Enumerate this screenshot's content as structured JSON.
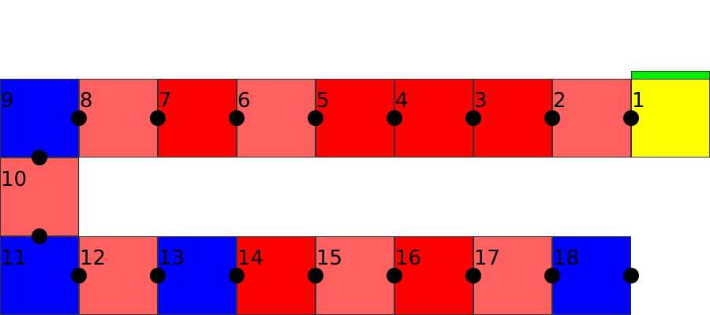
{
  "colors": {
    "background": "#ffffff",
    "blue": "#0000ff",
    "red": "#ff0000",
    "pink": "#ff6060",
    "yellow": "#ffff00",
    "green": "#00ee00",
    "marker": "#000000"
  },
  "board": {
    "tiles": [
      {
        "number": "1",
        "color": "yellow"
      },
      {
        "number": "2",
        "color": "pink"
      },
      {
        "number": "3",
        "color": "red"
      },
      {
        "number": "4",
        "color": "red"
      },
      {
        "number": "5",
        "color": "red"
      },
      {
        "number": "6",
        "color": "pink"
      },
      {
        "number": "7",
        "color": "red"
      },
      {
        "number": "8",
        "color": "pink"
      },
      {
        "number": "9",
        "color": "blue"
      },
      {
        "number": "10",
        "color": "pink"
      },
      {
        "number": "11",
        "color": "blue"
      },
      {
        "number": "12",
        "color": "pink"
      },
      {
        "number": "13",
        "color": "blue"
      },
      {
        "number": "14",
        "color": "red"
      },
      {
        "number": "15",
        "color": "pink"
      },
      {
        "number": "16",
        "color": "red"
      },
      {
        "number": "17",
        "color": "pink"
      },
      {
        "number": "18",
        "color": "blue"
      }
    ],
    "start_marker": {
      "color": "green"
    }
  }
}
